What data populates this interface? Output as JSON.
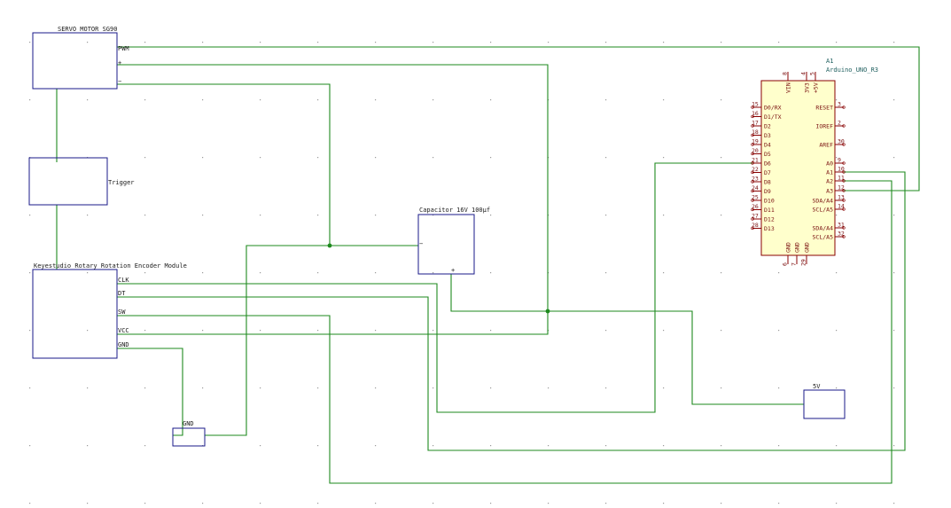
{
  "colors": {
    "wire": "#1e8a1e",
    "box": "#1a1a8a",
    "arduino_fill": "#ffffcc",
    "arduino_border": "#880000",
    "pin": "#880000",
    "ref": "#1f5f5f",
    "grid": "#9a9a9a"
  },
  "components": {
    "servo": {
      "title": "SERVO MOTOR SG90",
      "pins": [
        "PWM",
        "+",
        "−"
      ]
    },
    "trigger": {
      "title": "Trigger"
    },
    "encoder": {
      "title": "Keyestudio Rotary Rotation Encoder Module",
      "pins": [
        "CLK",
        "DT",
        "SW",
        "VCC",
        "GND"
      ]
    },
    "capacitor": {
      "title": "Capacitor 16V 100µf",
      "minus": "−",
      "plus": "+"
    },
    "gnd": {
      "title": "GND"
    },
    "five_v": {
      "title": "5V"
    },
    "arduino": {
      "ref": "A1",
      "value": "Arduino_UNO_R3",
      "top_pins": [
        {
          "name": "VIN",
          "num": "8"
        },
        {
          "name": "3V3",
          "num": "4"
        },
        {
          "name": "+5V",
          "num": "5"
        }
      ],
      "left_pins": [
        {
          "name": "D0/RX",
          "num": "15"
        },
        {
          "name": "D1/TX",
          "num": "16"
        },
        {
          "name": "D2",
          "num": "17"
        },
        {
          "name": "D3",
          "num": "18"
        },
        {
          "name": "D4",
          "num": "19"
        },
        {
          "name": "D5",
          "num": "20"
        },
        {
          "name": "D6",
          "num": "21"
        },
        {
          "name": "D7",
          "num": "22"
        },
        {
          "name": "D8",
          "num": "23"
        },
        {
          "name": "D9",
          "num": "24"
        },
        {
          "name": "D10",
          "num": "25"
        },
        {
          "name": "D11",
          "num": "26"
        },
        {
          "name": "D12",
          "num": "27"
        },
        {
          "name": "D13",
          "num": "28"
        }
      ],
      "right_pins": [
        {
          "name": "RESET",
          "num": "3"
        },
        {
          "name": "IOREF",
          "num": "2"
        },
        {
          "name": "AREF",
          "num": "30"
        },
        {
          "name": "A0",
          "num": "9"
        },
        {
          "name": "A1",
          "num": "10"
        },
        {
          "name": "A2",
          "num": "11"
        },
        {
          "name": "A3",
          "num": "12"
        },
        {
          "name": "SDA/A4",
          "num": "13"
        },
        {
          "name": "SCL/A5",
          "num": "14"
        },
        {
          "name": "SDA/A4",
          "num": "31"
        },
        {
          "name": "SCL/A5",
          "num": "32"
        }
      ],
      "bottom_pins": [
        {
          "name": "GND",
          "num": "6"
        },
        {
          "name": "GND",
          "num": "7"
        },
        {
          "name": "GND",
          "num": "29"
        }
      ]
    }
  }
}
